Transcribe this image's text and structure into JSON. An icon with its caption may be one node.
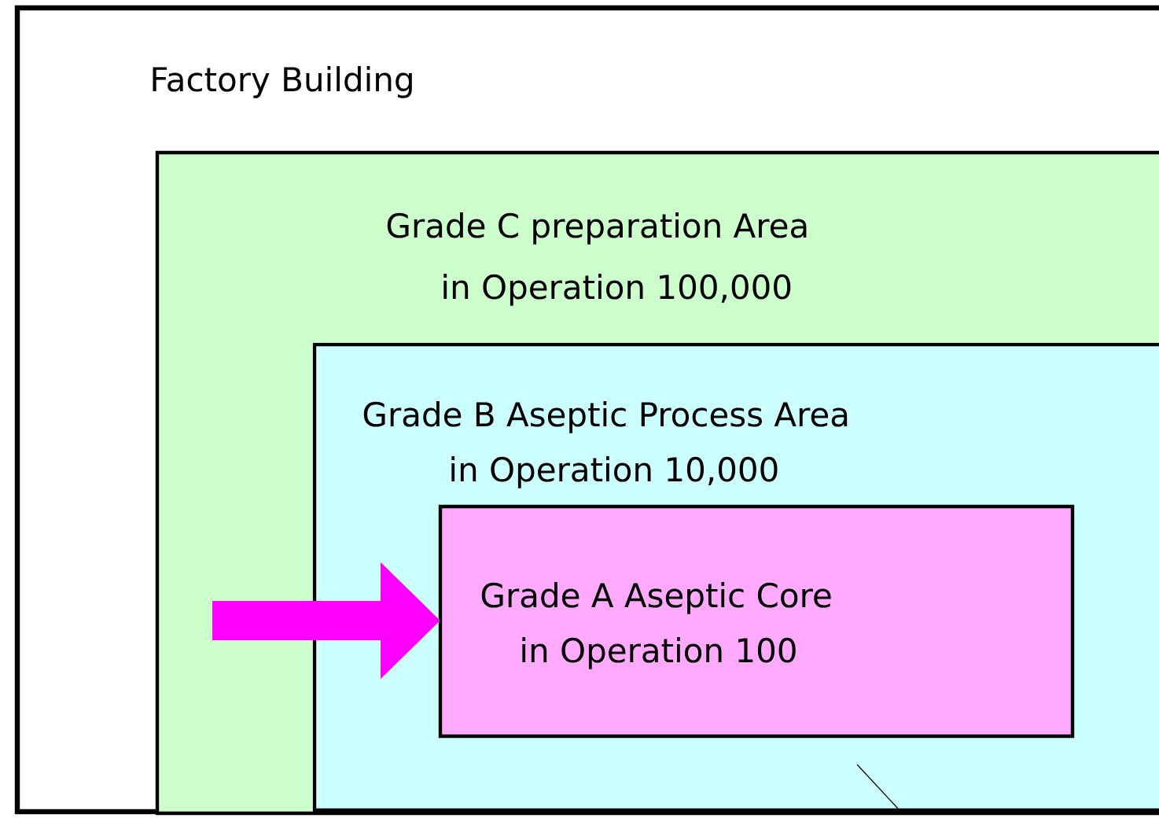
{
  "diagram": {
    "nodes": [
      {
        "text": [
          "Factory Building"
        ]
      },
      {
        "text": [
          "Grade C preparation Area",
          "in Operation 100,000"
        ],
        "in": 0
      },
      {
        "text": [
          "Grade B Aseptic Process Area",
          "in Operation 10,000"
        ],
        "in": 1
      },
      {
        "text": [
          "Grade A Aseptic Core",
          "in Operation 100"
        ],
        "in": 2
      }
    ],
    "edges": [
      {
        "from": null,
        "to": 3,
        "arrow": "to",
        "color": "#ff00ff"
      }
    ]
  }
}
